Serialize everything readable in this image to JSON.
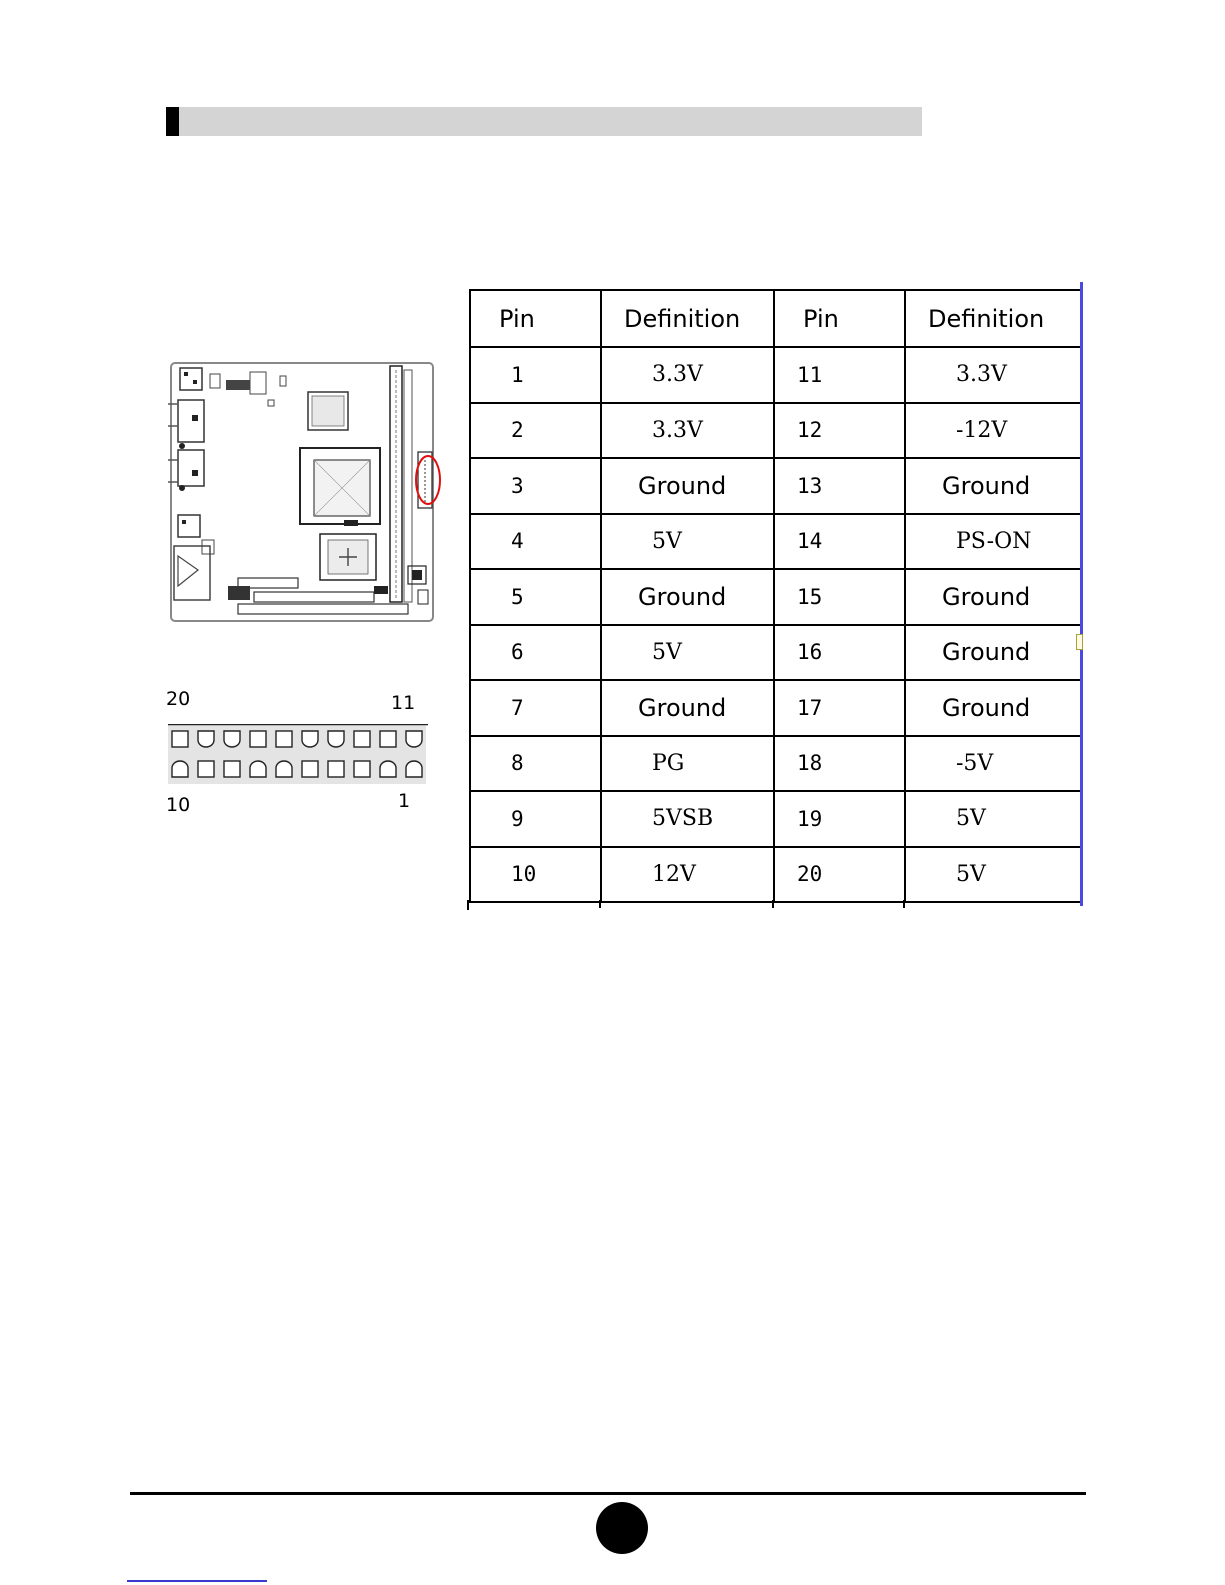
{
  "table": {
    "headers": [
      "Pin",
      "Definition",
      "Pin",
      "Definition"
    ],
    "rows": [
      {
        "pin_a": "1",
        "def_a": "3.3V",
        "pin_b": "11",
        "def_b": "3.3V"
      },
      {
        "pin_a": "2",
        "def_a": "3.3V",
        "pin_b": "12",
        "def_b": "-12V"
      },
      {
        "pin_a": "3",
        "def_a": "Ground",
        "pin_b": "13",
        "def_b": "Ground"
      },
      {
        "pin_a": "4",
        "def_a": "5V",
        "pin_b": "14",
        "def_b": "PS-ON"
      },
      {
        "pin_a": "5",
        "def_a": "Ground",
        "pin_b": "15",
        "def_b": "Ground"
      },
      {
        "pin_a": "6",
        "def_a": "5V",
        "pin_b": "16",
        "def_b": "Ground"
      },
      {
        "pin_a": "7",
        "def_a": "Ground",
        "pin_b": "17",
        "def_b": "Ground"
      },
      {
        "pin_a": "8",
        "def_a": "PG",
        "pin_b": "18",
        "def_b": "-5V"
      },
      {
        "pin_a": "9",
        "def_a": "5VSB",
        "pin_b": "19",
        "def_b": "5V"
      },
      {
        "pin_a": "10",
        "def_a": "12V",
        "pin_b": "20",
        "def_b": "5V"
      }
    ]
  },
  "connector": {
    "label_top_left": "20",
    "label_top_right": "11",
    "label_bottom_left": "10",
    "label_bottom_right": "1"
  },
  "colors": {
    "header_bar": "#d4d4d4",
    "highlight_circle": "#e01010",
    "right_rule": "#4a4ae0"
  },
  "icons": {
    "board": "motherboard-layout-icon",
    "highlight": "connector-highlight-circle"
  }
}
